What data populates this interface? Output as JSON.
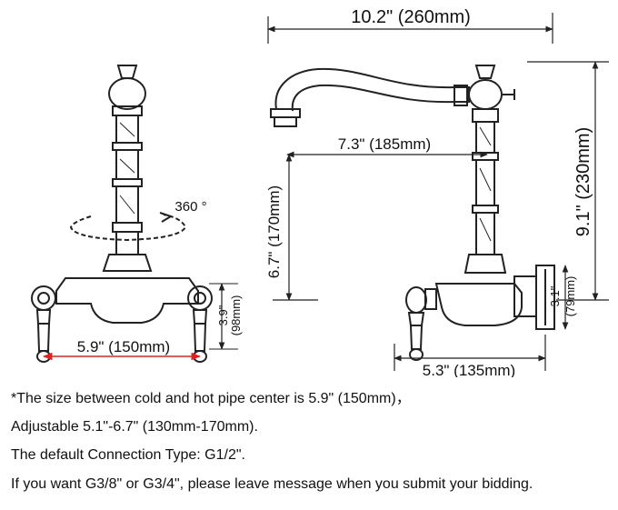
{
  "dimensions": {
    "overall_width": "10.2\" (260mm)",
    "spout_reach": "7.3\" (185mm)",
    "overall_height": "9.1\" (230mm)",
    "spout_height": "6.7\" (170mm)",
    "pipe_center": "5.9\" (150mm)",
    "handle_height_in": "3.9\"",
    "handle_height_mm": "(98mm)",
    "wall_depth": "5.3\" (135mm)",
    "flange_height_in": "3.1\"",
    "flange_height_mm": "(79mm)",
    "rotation": "360 °"
  },
  "notes": [
    "*The size between cold and hot pipe center is 5.9\" (150mm)，",
    "Adjustable 5.1\"-6.7\" (130mm-170mm).",
    "The default Connection Type: G1/2\".",
    "If you want G3/8\" or G3/4\", please leave message when you submit your bidding."
  ],
  "colors": {
    "line": "#222222",
    "accent": "#e02020"
  }
}
